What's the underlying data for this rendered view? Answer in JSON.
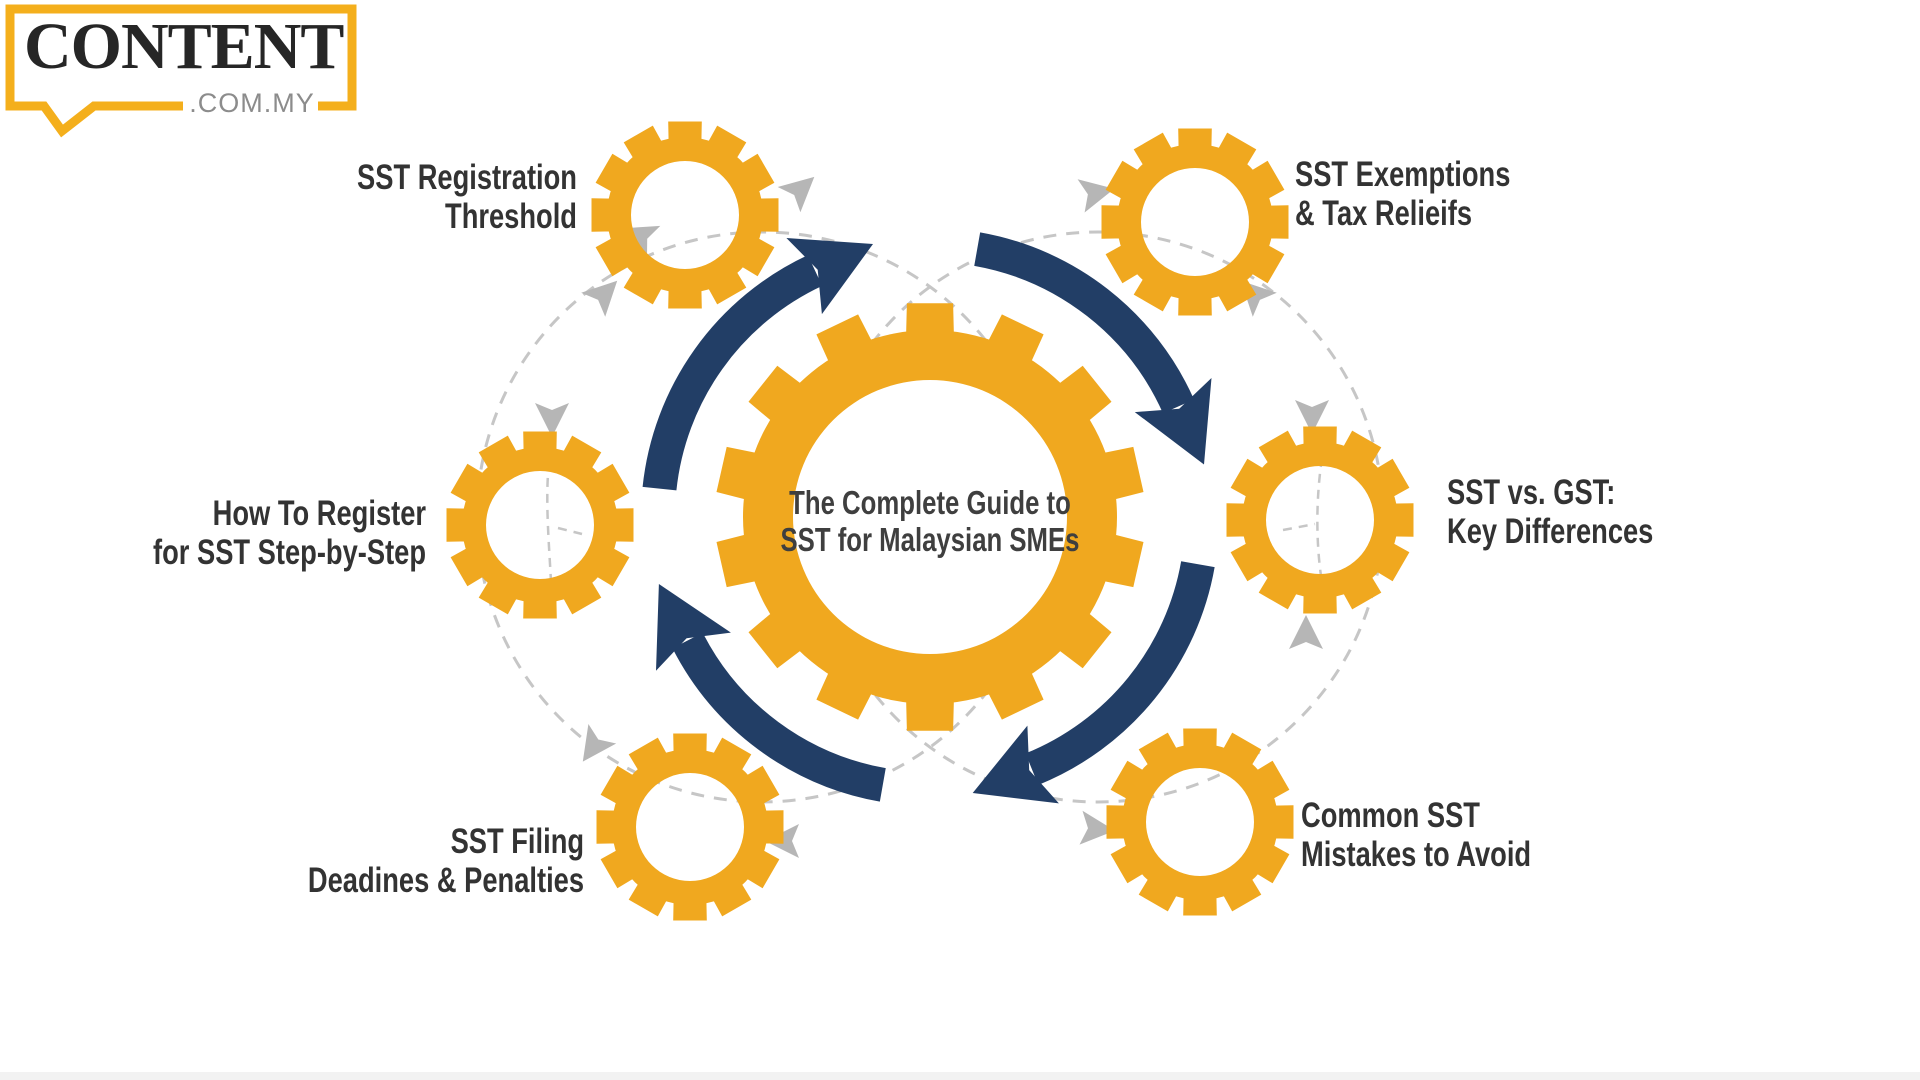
{
  "logo": {
    "brand": "CONTENT",
    "domain": ".COM.MY"
  },
  "diagram": {
    "center": {
      "title": "The Complete Guide to\nSST for Malaysian SMEs"
    },
    "topics": [
      {
        "id": "registration-threshold",
        "position": "top-left",
        "label": "SST Registration\nThreshold"
      },
      {
        "id": "exemptions-reliefs",
        "position": "top-right",
        "label": "SST Exemptions\n& Tax Relieifs"
      },
      {
        "id": "how-to-register",
        "position": "middle-left",
        "label": "How To Register\nfor SST Step-by-Step"
      },
      {
        "id": "sst-vs-gst",
        "position": "middle-right",
        "label": "SST vs. GST:\nKey Differences"
      },
      {
        "id": "filing-deadlines",
        "position": "bottom-left",
        "label": "SST Filing\nDeadines & Penalties"
      },
      {
        "id": "common-mistakes",
        "position": "bottom-right",
        "label": "Common SST\nMistakes to Avoid"
      }
    ],
    "colors": {
      "gold": "#F0A81F",
      "navy": "#223E66",
      "dash": "#C6C6C6",
      "arrowgray": "#B6B6B6",
      "labeltext": "#333333",
      "titletext": "#3F3F3F",
      "logoyellow": "#F4AF1C",
      "logotext": "#262626",
      "logodomain": "#8C8C8C"
    }
  }
}
